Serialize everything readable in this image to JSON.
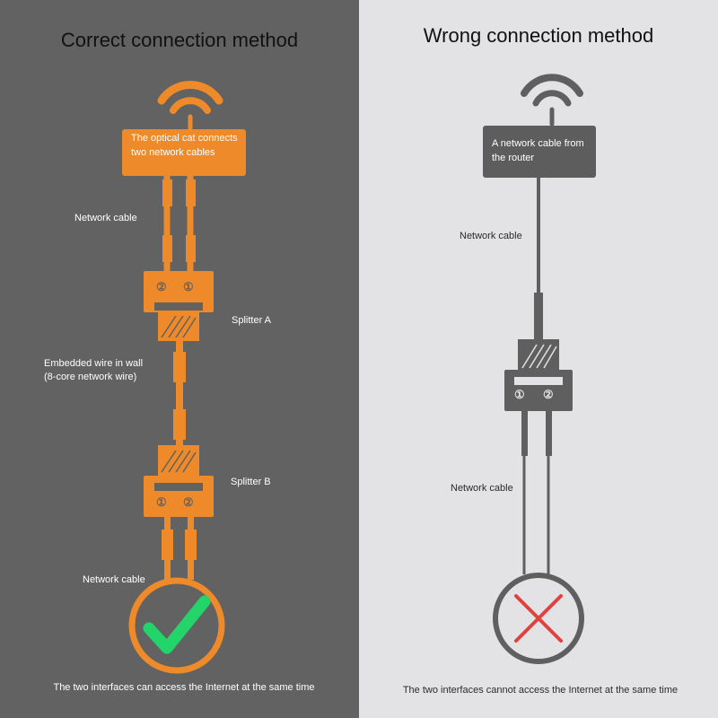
{
  "left": {
    "title": "Correct connection method",
    "box_text": "The optical cat connects two network cables",
    "label_cable_top": "Network cable",
    "label_splitter_a": "Splitter A",
    "label_embedded_line1": "Embedded wire in wall",
    "label_embedded_line2": "(8-core network wire)",
    "label_splitter_b": "Splitter B",
    "label_cable_bottom": "Network cable",
    "splitter_a_ports": [
      "②",
      "①"
    ],
    "splitter_b_ports": [
      "①",
      "②"
    ],
    "caption": "The two interfaces can access the Internet at the same time",
    "result_icon": "check-icon",
    "colors": {
      "accent": "#ee8a2a",
      "check": "#23d46a"
    }
  },
  "right": {
    "title": "Wrong connection method",
    "box_text": "A network cable from the router",
    "label_cable_top": "Network cable",
    "label_cable_bottom": "Network cable",
    "splitter_ports": [
      "①",
      "②"
    ],
    "caption": "The two interfaces cannot access the Internet at the same time",
    "result_icon": "cross-icon",
    "colors": {
      "accent": "#5f5f5f",
      "cross": "#e0413f"
    }
  }
}
